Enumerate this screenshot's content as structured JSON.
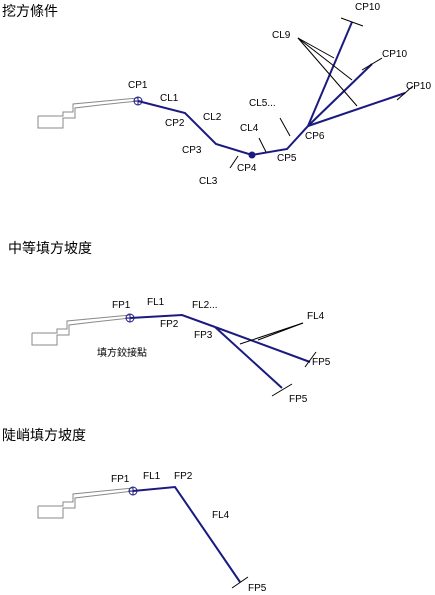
{
  "sections": {
    "cut": {
      "title": "挖方條件",
      "labels": {
        "cp1": "CP1",
        "cl1": "CL1",
        "cp2": "CP2",
        "cl2": "CL2",
        "cp3": "CP3",
        "cl3": "CL3",
        "cp4": "CP4",
        "cl4": "CL4",
        "cl5": "CL5...",
        "cp5": "CP5",
        "cp6": "CP6",
        "cl9": "CL9",
        "cp10_a": "CP10",
        "cp10_b": "CP10",
        "cp10_c": "CP10"
      }
    },
    "fill_medium": {
      "title": "中等填方坡度",
      "note": "填方鉸接點",
      "labels": {
        "fp1": "FP1",
        "fl1": "FL1",
        "fp2": "FP2",
        "fl2": "FL2...",
        "fp3": "FP3",
        "fl4": "FL4",
        "fp5_a": "FP5",
        "fp5_b": "FP5"
      }
    },
    "fill_steep": {
      "title": "陡峭填方坡度",
      "labels": {
        "fp1": "FP1",
        "fl1": "FL1",
        "fp2": "FP2",
        "fl4": "FL4",
        "fp5": "FP5"
      }
    }
  },
  "colors": {
    "line": "#1a1a80",
    "road": "#8a8a8a",
    "leader": "#000000"
  }
}
